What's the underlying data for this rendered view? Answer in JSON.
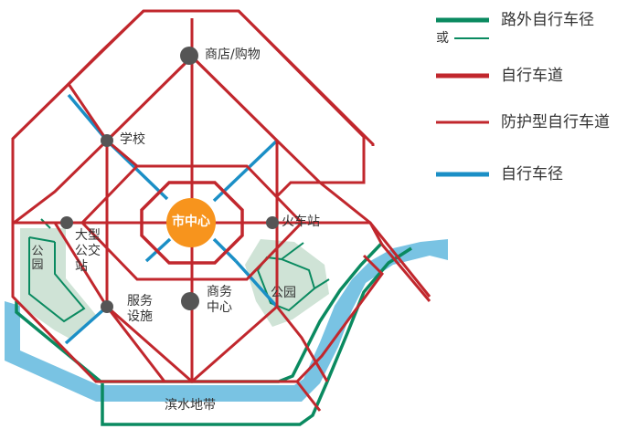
{
  "colors": {
    "bike_lane": "#c1272d",
    "protected_lane": "#c1272d",
    "bike_path": "#1b8fc6",
    "offroad_path": "#0a8a60",
    "park_fill": "#cfe3d6",
    "water": "#79c3e3",
    "center": "#f7941d",
    "node": "#555555"
  },
  "labels": {
    "shopping": "商店/购物",
    "school": "学校",
    "bus_station": "大型公交站",
    "train_station": "火车站",
    "services": "服务设施",
    "business": "商务中心",
    "city_center": "市中心",
    "park_left": "公园",
    "park_right": "公园",
    "waterfront": "滨水地带"
  },
  "legend": {
    "offroad": "路外自行车径",
    "or": "或",
    "bike_lane": "自行车道",
    "protected": "防护型自行车道",
    "bike_path": "自行车径"
  }
}
